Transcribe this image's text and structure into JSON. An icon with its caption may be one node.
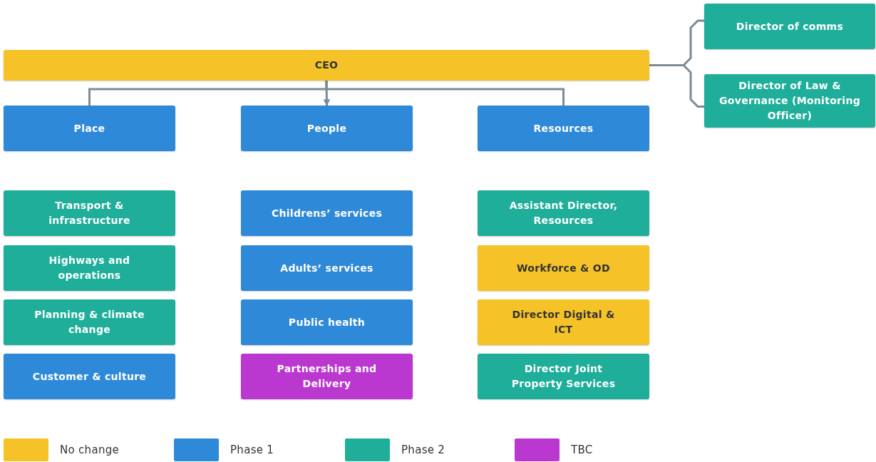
{
  "diagram": {
    "nodes": [
      {
        "text": [
          "CEO"
        ]
      },
      {
        "text": [
          "Place"
        ]
      },
      {
        "text": [
          "People"
        ]
      },
      {
        "text": [
          "Resources"
        ]
      },
      {
        "text": [
          "Director of comms"
        ]
      },
      {
        "text": [
          "Director of Law & Governance (Monitoring Officer)"
        ]
      },
      {
        "text": [
          "Transport & infrastructure"
        ]
      },
      {
        "text": [
          "Highways and operations"
        ]
      },
      {
        "text": [
          "Planning & climate change"
        ]
      },
      {
        "text": [
          "Customer & culture"
        ]
      },
      {
        "text": [
          "Childrens’ services"
        ]
      },
      {
        "text": [
          "Adults’ services"
        ]
      },
      {
        "text": [
          "Public health"
        ]
      },
      {
        "text": [
          "Partnerships and Delivery"
        ]
      },
      {
        "text": [
          "Assistant Director, Resources"
        ]
      },
      {
        "text": [
          "Workforce & OD"
        ]
      },
      {
        "text": [
          "Director Digital & ICT"
        ]
      },
      {
        "text": [
          "Director Joint Property Services"
        ]
      }
    ],
    "edges": [
      {
        "from": 0,
        "to": 1,
        "arrow": "none"
      },
      {
        "from": 0,
        "to": 2,
        "arrow": "to"
      },
      {
        "from": 0,
        "to": 3,
        "arrow": "none"
      },
      {
        "from": 0,
        "to": 4,
        "arrow": "none"
      },
      {
        "from": 0,
        "to": 5,
        "arrow": "none"
      }
    ],
    "legend": [
      {
        "text": "No change",
        "color": "#f5c228"
      },
      {
        "text": "Phase 1",
        "color": "#2f89d9"
      },
      {
        "text": "Phase 2",
        "color": "#1fae9a"
      },
      {
        "text": "TBC",
        "color": "#bb38d0"
      }
    ]
  }
}
